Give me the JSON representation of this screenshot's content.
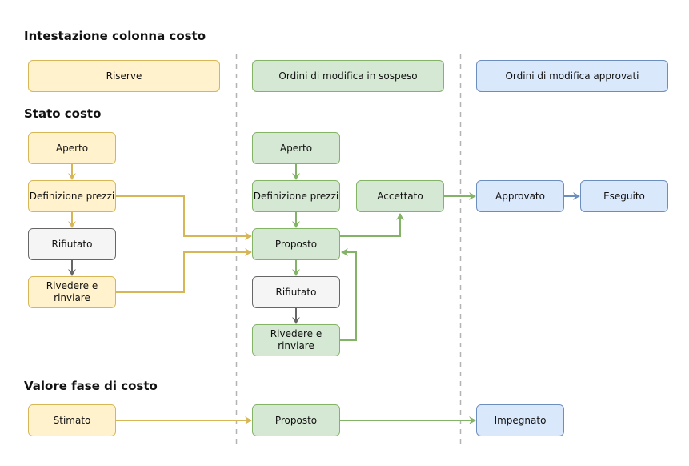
{
  "sections": {
    "column_header": "Intestazione colonna costo",
    "cost_status": "Stato costo",
    "cost_phase_value": "Valore fase di costo"
  },
  "columns": {
    "reserves": "Riserve",
    "pending": "Ordini di modifica in sospeso",
    "approved": "Ordini di modifica approvati"
  },
  "reserves_states": {
    "open": "Aperto",
    "pricing": "Definizione prezzi",
    "rejected": "Rifiutato",
    "revise": "Rivedere e rinviare"
  },
  "pending_states": {
    "open": "Aperto",
    "pricing": "Definizione prezzi",
    "accepted": "Accettato",
    "proposed": "Proposto",
    "rejected": "Rifiutato",
    "revise": "Rivedere e rinviare"
  },
  "approved_states": {
    "approved": "Approvato",
    "executed": "Eseguito"
  },
  "phase_values": {
    "estimated": "Stimato",
    "proposed": "Proposto",
    "committed": "Impegnato"
  },
  "colors": {
    "yellow_fill": "#fff2cc",
    "yellow_stroke": "#d6b656",
    "green_fill": "#d5e8d4",
    "green_stroke": "#82b366",
    "blue_fill": "#dae8fc",
    "blue_stroke": "#6c8ebf",
    "gray_fill": "#f5f5f5",
    "gray_stroke": "#666666"
  }
}
